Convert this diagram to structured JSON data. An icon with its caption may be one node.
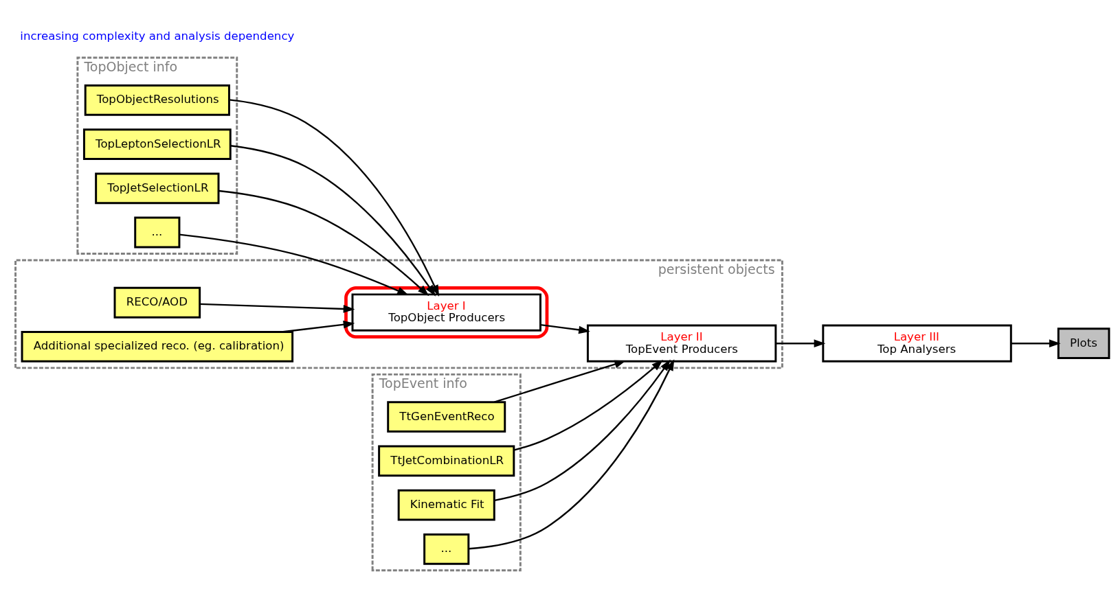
{
  "diagram": {
    "nodes": [
      {
        "text": [
          "TopObject info"
        ]
      },
      {
        "text": [
          "TopObjectResolutions"
        ],
        "in": 0
      },
      {
        "text": [
          "TopLeptonSelectionLR"
        ],
        "in": 0
      },
      {
        "text": [
          "TopJetSelectionLR"
        ],
        "in": 0
      },
      {
        "text": [
          "..."
        ],
        "in": 0
      },
      {
        "text": [
          "persistent objects"
        ]
      },
      {
        "text": [
          "RECO/AOD"
        ],
        "in": 5
      },
      {
        "text": [
          "Additional specialized reco. (eg. calibration)"
        ],
        "in": 5
      },
      {
        "text": [],
        "shape": "ellipse",
        "in": 5
      },
      {
        "text": [
          "Layer I",
          "TopObject Producers"
        ],
        "in": 8
      },
      {
        "text": [
          "Layer II",
          "TopEvent Producers"
        ],
        "in": 5
      },
      {
        "text": [
          "TopEvent info"
        ]
      },
      {
        "text": [
          "TtGenEventReco"
        ],
        "in": 11
      },
      {
        "text": [
          "TtJetCombinationLR"
        ],
        "in": 11
      },
      {
        "text": [
          "Kinematic Fit"
        ],
        "in": 11
      },
      {
        "text": [
          "..."
        ],
        "in": 11
      },
      {
        "text": [
          "Layer III",
          "Top Analysers"
        ]
      },
      {
        "text": [
          "Plots"
        ]
      }
    ],
    "edges": [
      {
        "from": 1,
        "to": 9,
        "arrow": "to"
      },
      {
        "from": 2,
        "to": 9,
        "arrow": "to"
      },
      {
        "from": 3,
        "to": 9,
        "arrow": "to"
      },
      {
        "from": 4,
        "to": 9,
        "arrow": "to"
      },
      {
        "from": 6,
        "to": 9,
        "arrow": "to"
      },
      {
        "from": 7,
        "to": 9,
        "arrow": "to"
      },
      {
        "from": 9,
        "to": 10,
        "arrow": "to"
      },
      {
        "from": 12,
        "to": 10,
        "arrow": "to"
      },
      {
        "from": 13,
        "to": 10,
        "arrow": "to"
      },
      {
        "from": 14,
        "to": 10,
        "arrow": "to"
      },
      {
        "from": 15,
        "to": 10,
        "arrow": "to"
      },
      {
        "from": 10,
        "to": 16,
        "arrow": "to"
      },
      {
        "from": 16,
        "to": 17,
        "arrow": "to"
      }
    ],
    "labels": [
      "increasing complexity and analysis dependency"
    ]
  }
}
